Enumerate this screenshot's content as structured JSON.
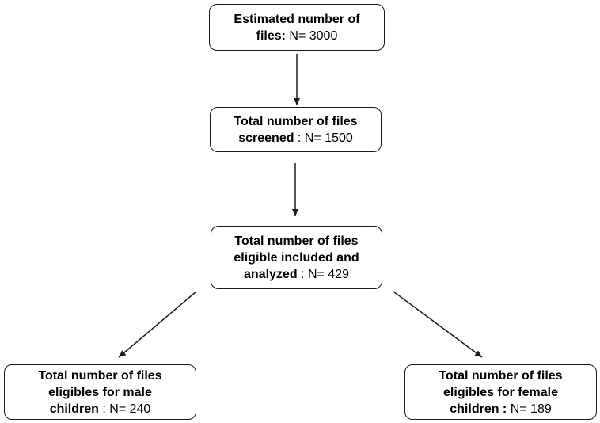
{
  "diagram": {
    "nodes": [
      {
        "id": "estimated",
        "lines": [
          {
            "bold": "Estimated number of",
            "normal": ""
          },
          {
            "bold": "files:",
            "normal": " N= 3000"
          }
        ]
      },
      {
        "id": "screened",
        "lines": [
          {
            "bold": "Total number of files",
            "normal": ""
          },
          {
            "bold": "screened",
            "normal": " : N= 1500"
          }
        ]
      },
      {
        "id": "eligible",
        "lines": [
          {
            "bold": "Total number of files",
            "normal": ""
          },
          {
            "bold": "eligible included and",
            "normal": ""
          },
          {
            "bold": "analyzed",
            "normal": " : N= 429"
          }
        ]
      },
      {
        "id": "male",
        "lines": [
          {
            "bold": "Total number of files",
            "normal": ""
          },
          {
            "bold": "eligibles for  male",
            "normal": ""
          },
          {
            "bold": "children",
            "normal": " : N= 240"
          }
        ]
      },
      {
        "id": "female",
        "lines": [
          {
            "bold": "Total number of files",
            "normal": ""
          },
          {
            "bold": "eligibles for female",
            "normal": ""
          },
          {
            "bold": "children :",
            "normal": " N= 189"
          }
        ]
      }
    ],
    "edges": [
      {
        "from": "estimated",
        "to": "screened"
      },
      {
        "from": "screened",
        "to": "eligible"
      },
      {
        "from": "eligible",
        "to": "male"
      },
      {
        "from": "eligible",
        "to": "female"
      }
    ],
    "colors": {
      "stroke": "#1a1a1a",
      "background": "#ffffff",
      "text": "#000000"
    }
  }
}
